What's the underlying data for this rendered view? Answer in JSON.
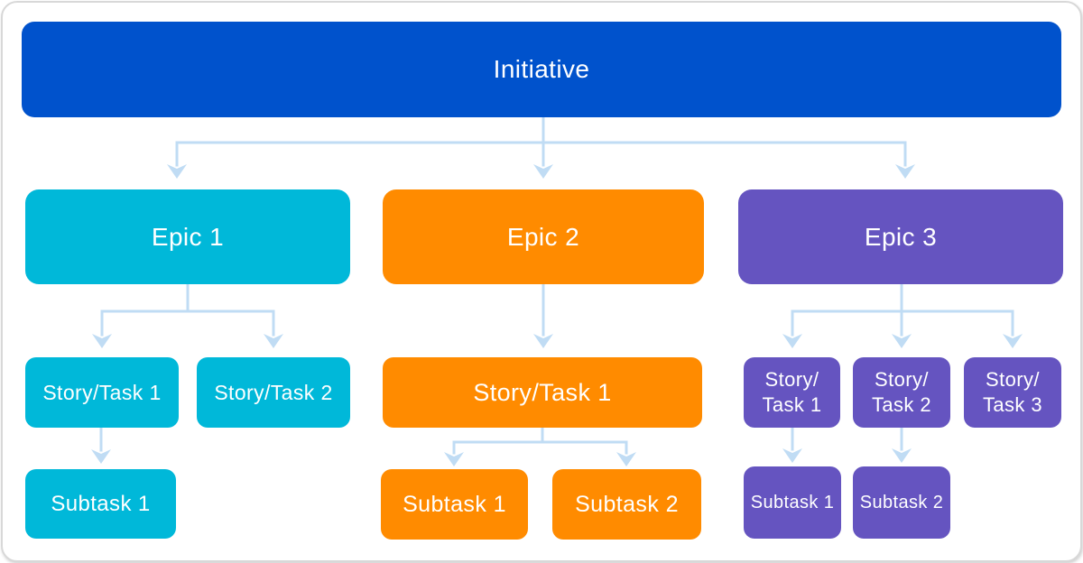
{
  "card": {
    "background": "#ffffff",
    "border_color": "#d8d8d8"
  },
  "connector_color": "#c0dcf4",
  "root": {
    "label": "Initiative",
    "color": "#0052cc",
    "text_color": "#ffffff"
  },
  "columns": [
    {
      "epic": {
        "label": "Epic 1"
      },
      "color": "#00b8d9",
      "stories": [
        {
          "label": "Story/Task 1"
        },
        {
          "label": "Story/Task 2"
        }
      ],
      "subtasks": [
        {
          "label": "Subtask 1"
        }
      ]
    },
    {
      "epic": {
        "label": "Epic 2"
      },
      "color": "#ff8b00",
      "stories": [
        {
          "label": "Story/Task 1"
        }
      ],
      "subtasks": [
        {
          "label": "Subtask 1"
        },
        {
          "label": "Subtask 2"
        }
      ]
    },
    {
      "epic": {
        "label": "Epic 3"
      },
      "color": "#6554c0",
      "stories": [
        {
          "lines": [
            "Story/",
            "Task 1"
          ]
        },
        {
          "lines": [
            "Story/",
            "Task 2"
          ]
        },
        {
          "lines": [
            "Story/",
            "Task 3"
          ]
        }
      ],
      "subtasks": [
        {
          "label": "Subtask 1"
        },
        {
          "label": "Subtask 2"
        }
      ]
    }
  ]
}
